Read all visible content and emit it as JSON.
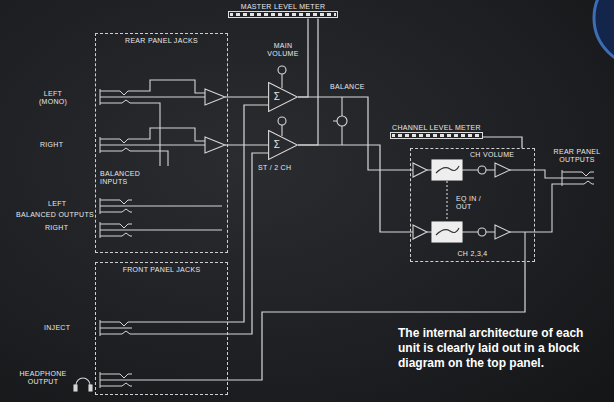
{
  "diagram": {
    "caption": "The internal architecture of each unit is clearly laid out in a block diagram on the top panel.",
    "nodes": [
      {
        "text": [
          "REAR PANEL JACKS"
        ]
      },
      {
        "text": [
          "FRONT PANEL JACKS"
        ]
      },
      {
        "text": [
          "MASTER LEVEL METER"
        ]
      },
      {
        "text": [
          "Σ"
        ]
      },
      {
        "text": [
          "Σ"
        ]
      },
      {
        "text": [
          "CHANNEL LEVEL METER"
        ]
      },
      {
        "text": [
          "CH 2,3,4"
        ]
      }
    ],
    "edges": [
      {
        "from": 0,
        "to": 3,
        "arrow": "none"
      },
      {
        "from": 0,
        "to": 4,
        "arrow": "none"
      },
      {
        "from": 1,
        "to": 3,
        "arrow": "none"
      },
      {
        "from": 1,
        "to": 4,
        "arrow": "none"
      },
      {
        "from": 3,
        "to": 2,
        "arrow": "none"
      },
      {
        "from": 4,
        "to": 2,
        "arrow": "none"
      },
      {
        "from": 3,
        "to": 6,
        "arrow": "none"
      },
      {
        "from": 4,
        "to": 6,
        "arrow": "none"
      },
      {
        "from": 6,
        "to": 5,
        "arrow": "none"
      },
      {
        "from": 6,
        "to": 1,
        "arrow": "none"
      }
    ],
    "labels": [
      "MAIN VOLUME",
      "BALANCE",
      "ST / 2 CH",
      "CH VOLUME",
      "REAR PANEL OUTPUTS",
      "EQ IN / OUT",
      "LEFT (MONO)",
      "RIGHT",
      "BALANCED INPUTS",
      "LEFT",
      "BALANCED OUTPUTS",
      "RIGHT",
      "INJECT",
      "HEADPHONE OUTPUT"
    ]
  }
}
